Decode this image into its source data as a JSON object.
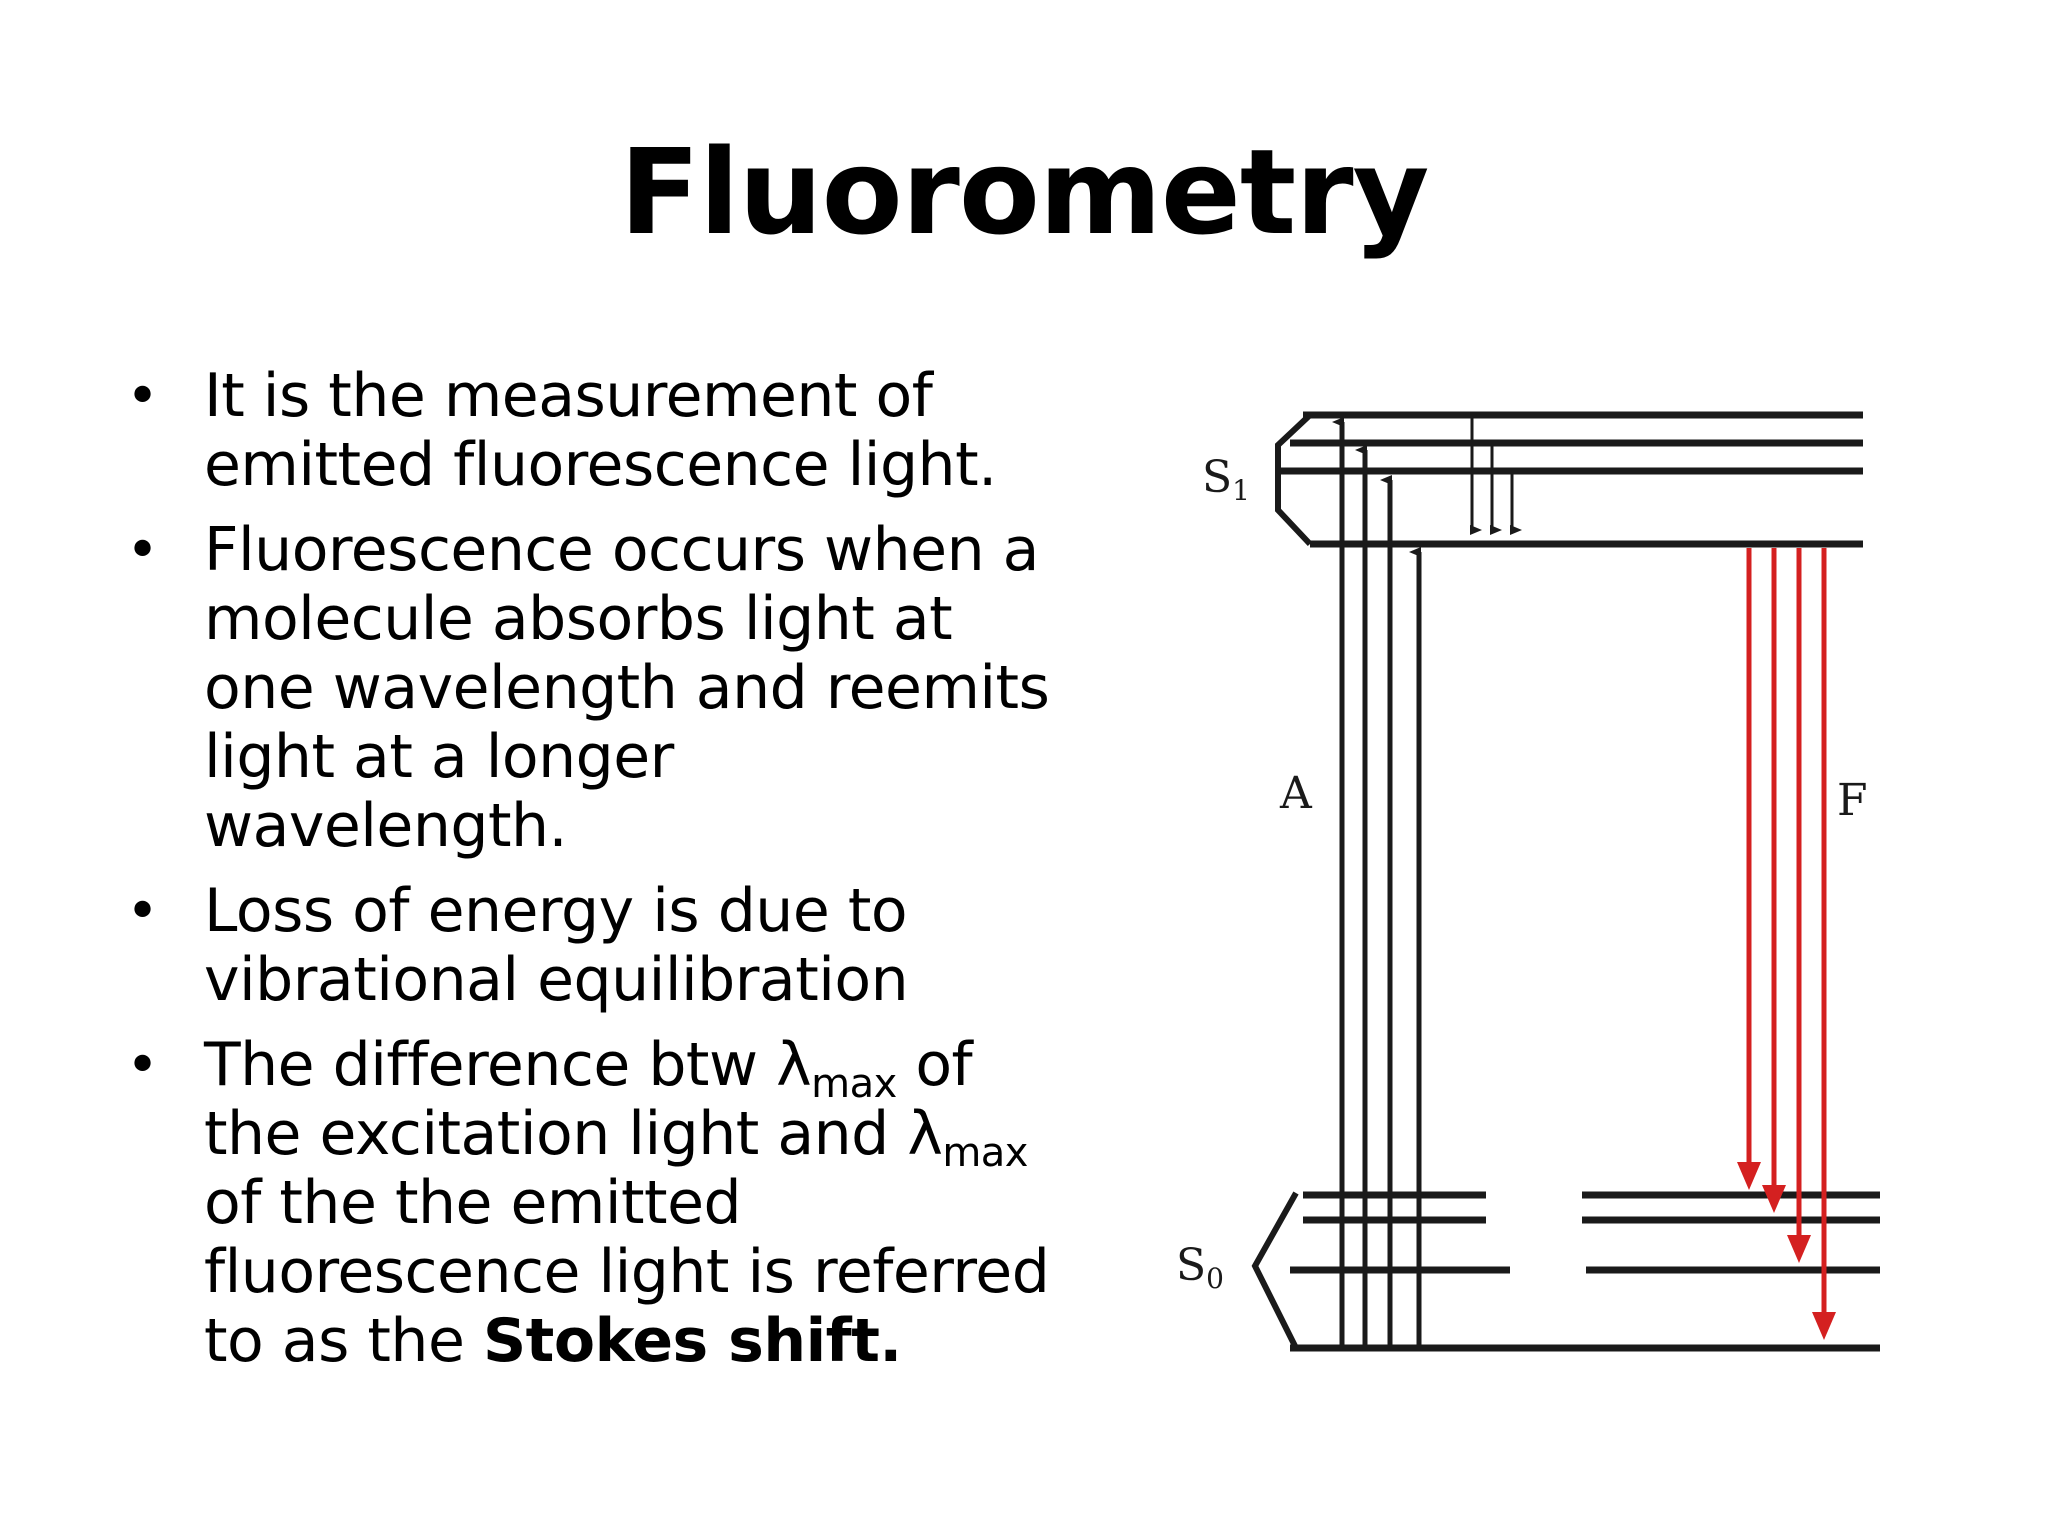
{
  "slide": {
    "title": "Fluorometry"
  },
  "bullets": [
    {
      "marker": "•",
      "parts": [
        {
          "text": " It  is the measurement of emitted fluorescence light."
        }
      ]
    },
    {
      "marker": "•",
      "parts": [
        {
          "text": "Fluorescence occurs when a molecule absorbs light at one wavelength and reemits light at a longer wavelength."
        }
      ]
    },
    {
      "marker": "•",
      "parts": [
        {
          "text": "Loss of energy is due to vibrational equilibration"
        }
      ]
    },
    {
      "marker": "•",
      "parts": [
        {
          "text": "The difference btw λ"
        },
        {
          "text": "max",
          "sub": true
        },
        {
          "text": " of the excitation light and "
        },
        {
          "text": "λ"
        },
        {
          "text": "max",
          "sub": true
        },
        {
          "text": " of the the emitted fluorescence light is referred to as the "
        },
        {
          "text": "Stokes shift.",
          "bold": true
        }
      ]
    }
  ],
  "diagram": {
    "labels": {
      "excited_state": "S",
      "excited_state_sub": "1",
      "ground_state": "S",
      "ground_state_sub": "0",
      "absorption": "A",
      "fluorescence": "F"
    },
    "colors": {
      "lines": "#1a1a1a",
      "fluorescence_arrows": "#d42020"
    }
  }
}
